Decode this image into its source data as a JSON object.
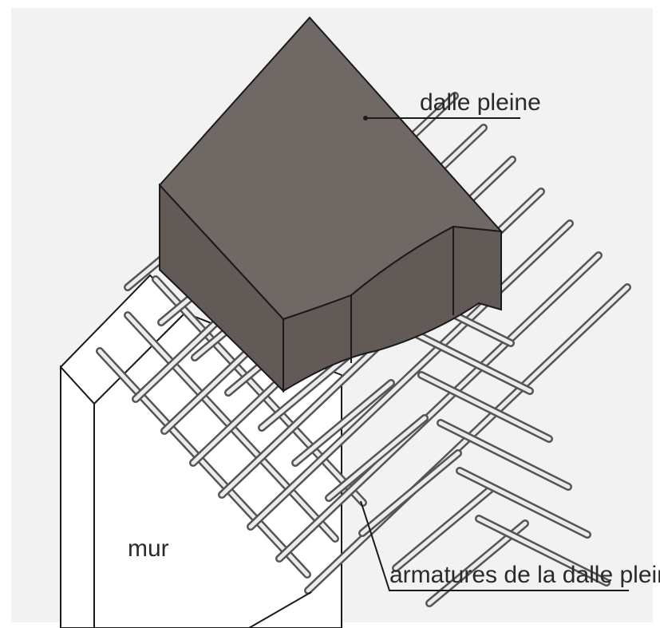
{
  "diagram": {
    "labels": {
      "slab": "dalle pleine",
      "wall": "mur",
      "rebar": "armatures de la dalle pleine"
    },
    "colors": {
      "background": "#f2f2f2",
      "slab_top": "#6f6865",
      "slab_side": "#615a57",
      "wall": "#ffffff",
      "line": "#1a1a1a",
      "rebar_outline": "#555555",
      "rebar_fill": "#ececec"
    }
  }
}
